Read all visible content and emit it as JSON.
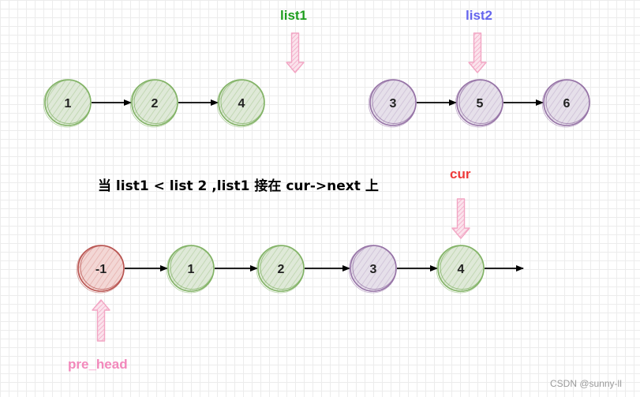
{
  "colors": {
    "green_stroke": "#82b366",
    "green_fill": "#dfe9d8",
    "purple_stroke": "#9673a6",
    "purple_fill": "#e6e0ea",
    "red_stroke": "#b85450",
    "red_fill": "#f3d7d5",
    "pink_arrow": "#f2a6c4",
    "label_green": "#1e9e1e",
    "label_blue": "#6666ee",
    "label_red": "#ee3a3a",
    "label_pink": "#f288bb"
  },
  "lists": {
    "list1": {
      "label": "list1",
      "values": [
        "1",
        "2",
        "4"
      ],
      "color": "green"
    },
    "list2": {
      "label": "list2",
      "values": [
        "3",
        "5",
        "6"
      ],
      "color": "purple"
    },
    "merged": {
      "values": [
        "-1",
        "1",
        "2",
        "3",
        "4"
      ],
      "colors": [
        "red",
        "green",
        "green",
        "purple",
        "green"
      ]
    }
  },
  "pointers": {
    "cur": "cur",
    "pre_head": "pre_head"
  },
  "caption": "当 list1 < list 2 ,list1 接在 cur->next 上",
  "watermark": "CSDN @sunny-ll"
}
